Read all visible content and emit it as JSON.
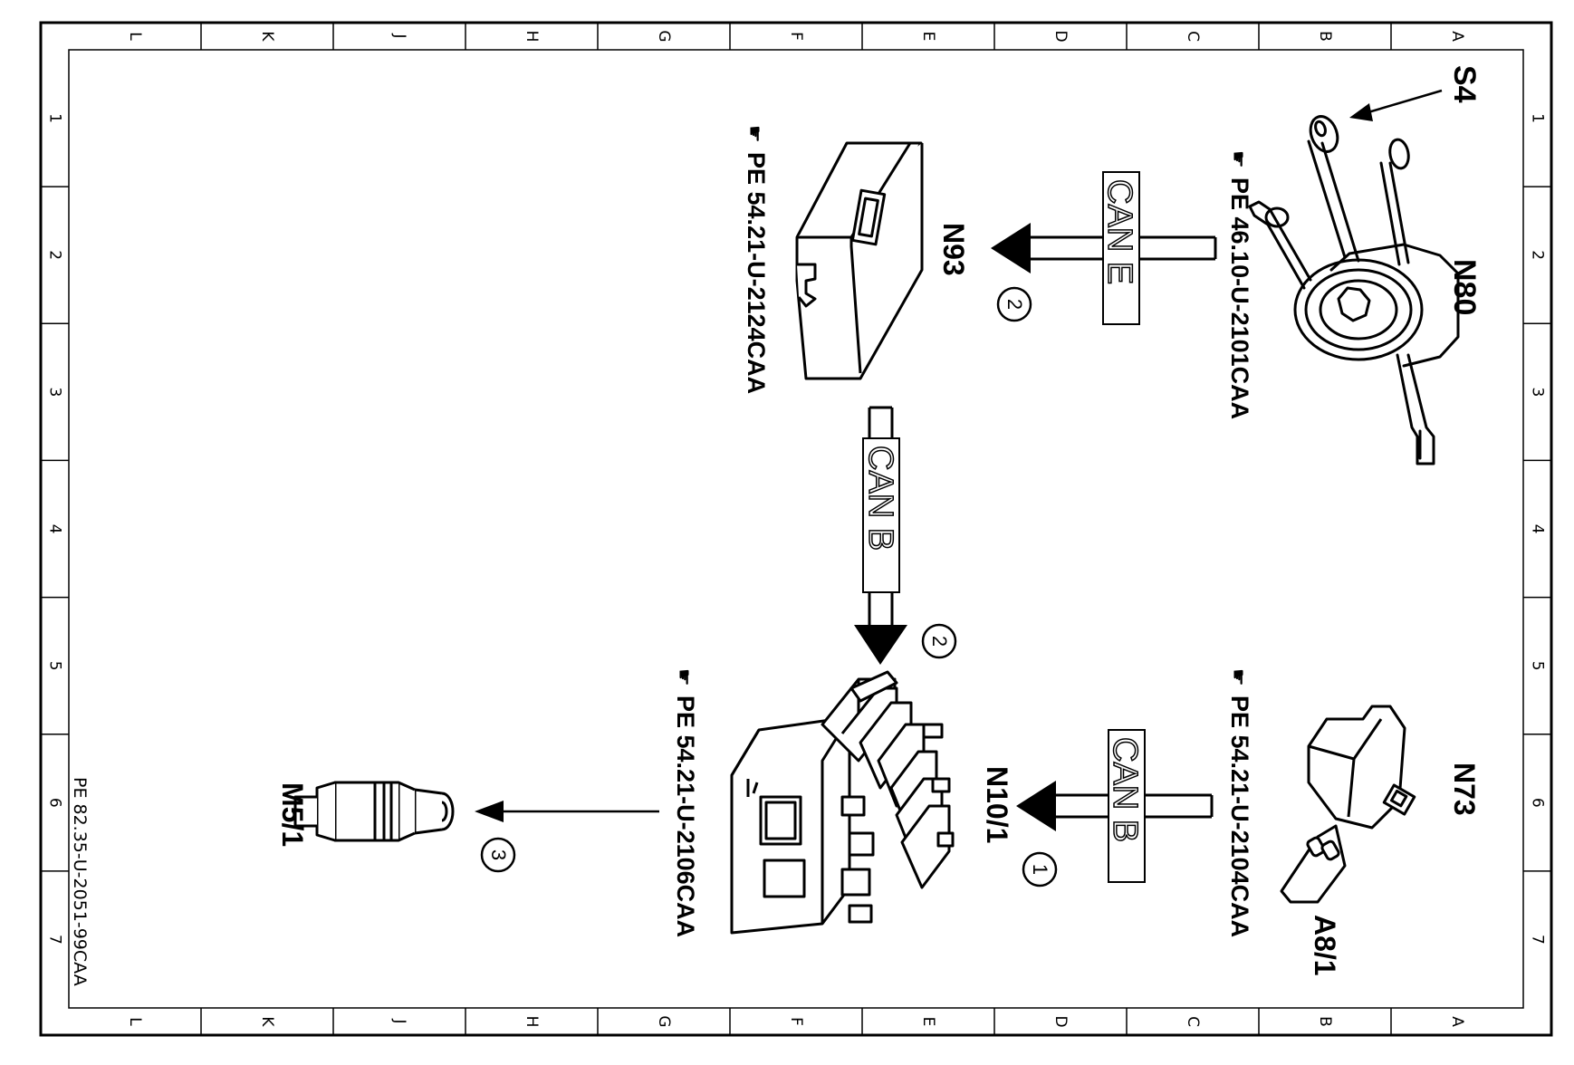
{
  "border": {
    "columns": [
      "L",
      "K",
      "J",
      "H",
      "G",
      "F",
      "E",
      "D",
      "C",
      "B",
      "A"
    ],
    "rows": [
      "1",
      "2",
      "3",
      "4",
      "5",
      "6",
      "7"
    ]
  },
  "drawing_ref": "PE 82.35-U-2051-99CAA",
  "components": {
    "s4": "S4",
    "n80": "N80",
    "n93": "N93",
    "n73": "N73",
    "a8_1": "A8/1",
    "n10_1": "N10/1",
    "m5_1": "M5/1"
  },
  "references": {
    "n80_ref": "PE 46.10-U-2101CAA",
    "n93_ref": "PE 54.21-U-2124CAA",
    "n73_ref": "PE 54.21-U-2104CAA",
    "n10_ref": "PE 54.21-U-2106CAA"
  },
  "buses": {
    "can_e": "CAN E",
    "can_b_vertical": "CAN B",
    "can_b_lower": "CAN B"
  },
  "steps": {
    "step_n80_n93": "2",
    "step_n93_n10": "2",
    "step_n73_n10": "1",
    "step_n10_m5": "3"
  }
}
